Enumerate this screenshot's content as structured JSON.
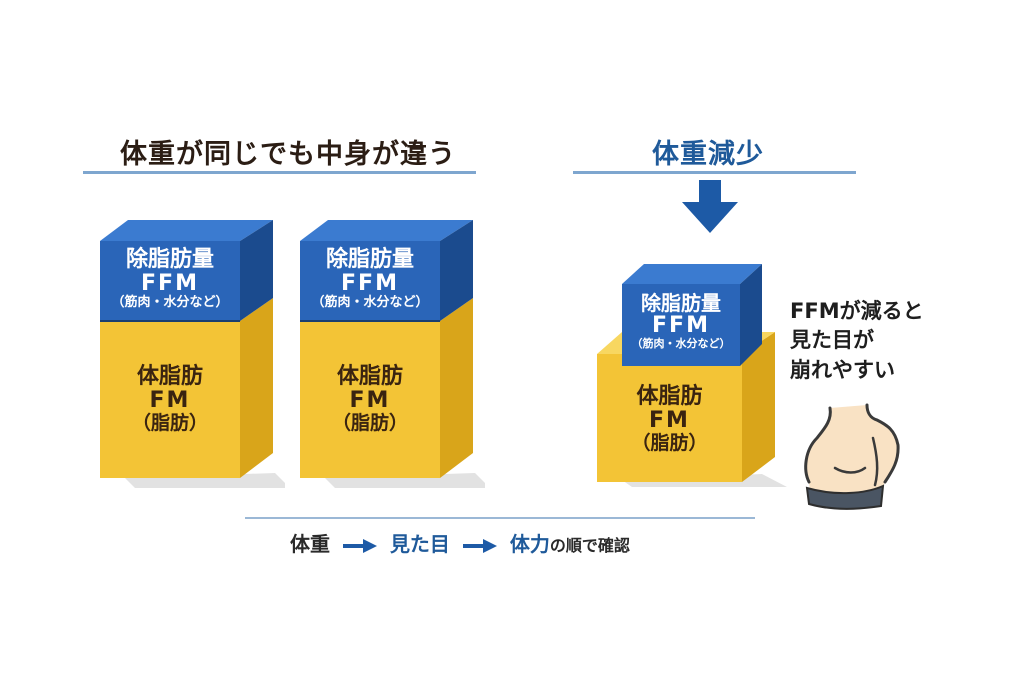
{
  "left_section": {
    "title": "体重が同じでも中身が違う",
    "cubes": [
      {
        "top": {
          "label": "除脂肪量",
          "abbr": "FFM",
          "note": "（筋肉・水分など）"
        },
        "bottom": {
          "label": "体脂肪",
          "abbr": "FM",
          "note": "（脂肪）"
        }
      },
      {
        "top": {
          "label": "除脂肪量",
          "abbr": "FFM",
          "note": "（筋肉・水分など）"
        },
        "bottom": {
          "label": "体脂肪",
          "abbr": "FM",
          "note": "（脂肪）"
        }
      }
    ]
  },
  "right_section": {
    "title": "体重減少",
    "arrow_icon": "arrow-down",
    "cube": {
      "top": {
        "label": "除脂肪量",
        "abbr": "FFM",
        "note": "（筋肉・水分など）"
      },
      "bottom": {
        "label": "体脂肪",
        "abbr": "FM",
        "note": "（脂肪）"
      }
    },
    "side_note": [
      "FFMが減ると",
      "見た目が",
      "崩れやすい"
    ],
    "illustration": "belly-torso"
  },
  "footer": {
    "step1": "体重",
    "step2": "見た目",
    "step3": "体力",
    "suffix": "の順で確認"
  },
  "colors": {
    "blue_front": "#2a65b8",
    "blue_top": "#3b7bd0",
    "blue_side": "#1b4b8e",
    "yellow_front": "#f3c436",
    "yellow_top": "#f8d760",
    "yellow_side": "#d9a51a",
    "title_blue": "#1f5a9a",
    "rule": "#7ea6cf"
  }
}
